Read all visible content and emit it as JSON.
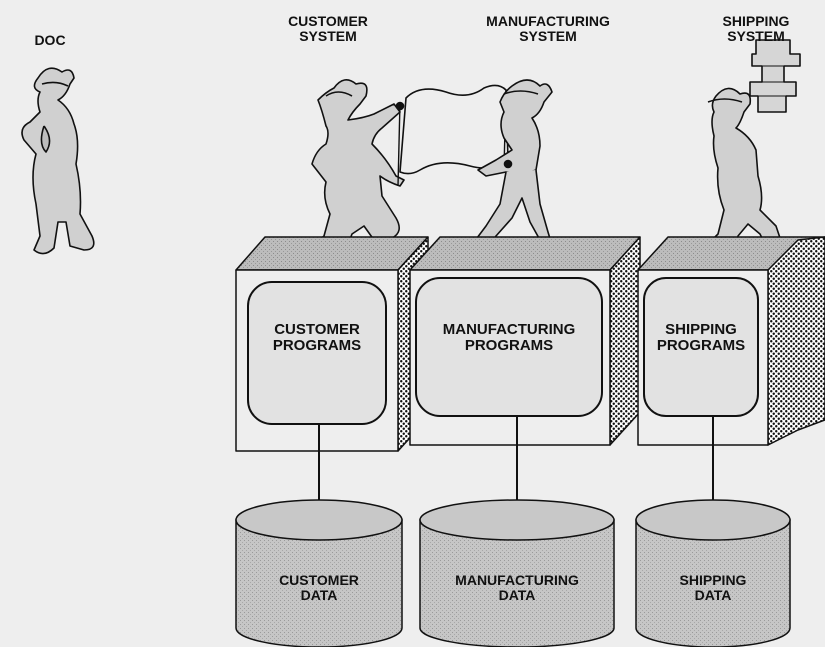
{
  "labels": {
    "doc": "DOC",
    "customer_system": "CUSTOMER\nSYSTEM",
    "manufacturing_system": "MANUFACTURING\nSYSTEM",
    "shipping_system": "SHIPPING\nSYSTEM"
  },
  "programs": {
    "customer": "CUSTOMER\nPROGRAMS",
    "manufacturing": "MANUFACTURING\nPROGRAMS",
    "shipping": "SHIPPING\nPROGRAMS"
  },
  "data_stores": {
    "customer": "CUSTOMER\nDATA",
    "manufacturing": "MANUFACTURING\nDATA",
    "shipping": "SHIPPING\nDATA"
  },
  "colors": {
    "background": "#eeeeee",
    "ink": "#111111",
    "fill_grey": "#c4c4c4",
    "screen": "#e2e2e2",
    "elf": "#d0d0d0"
  }
}
